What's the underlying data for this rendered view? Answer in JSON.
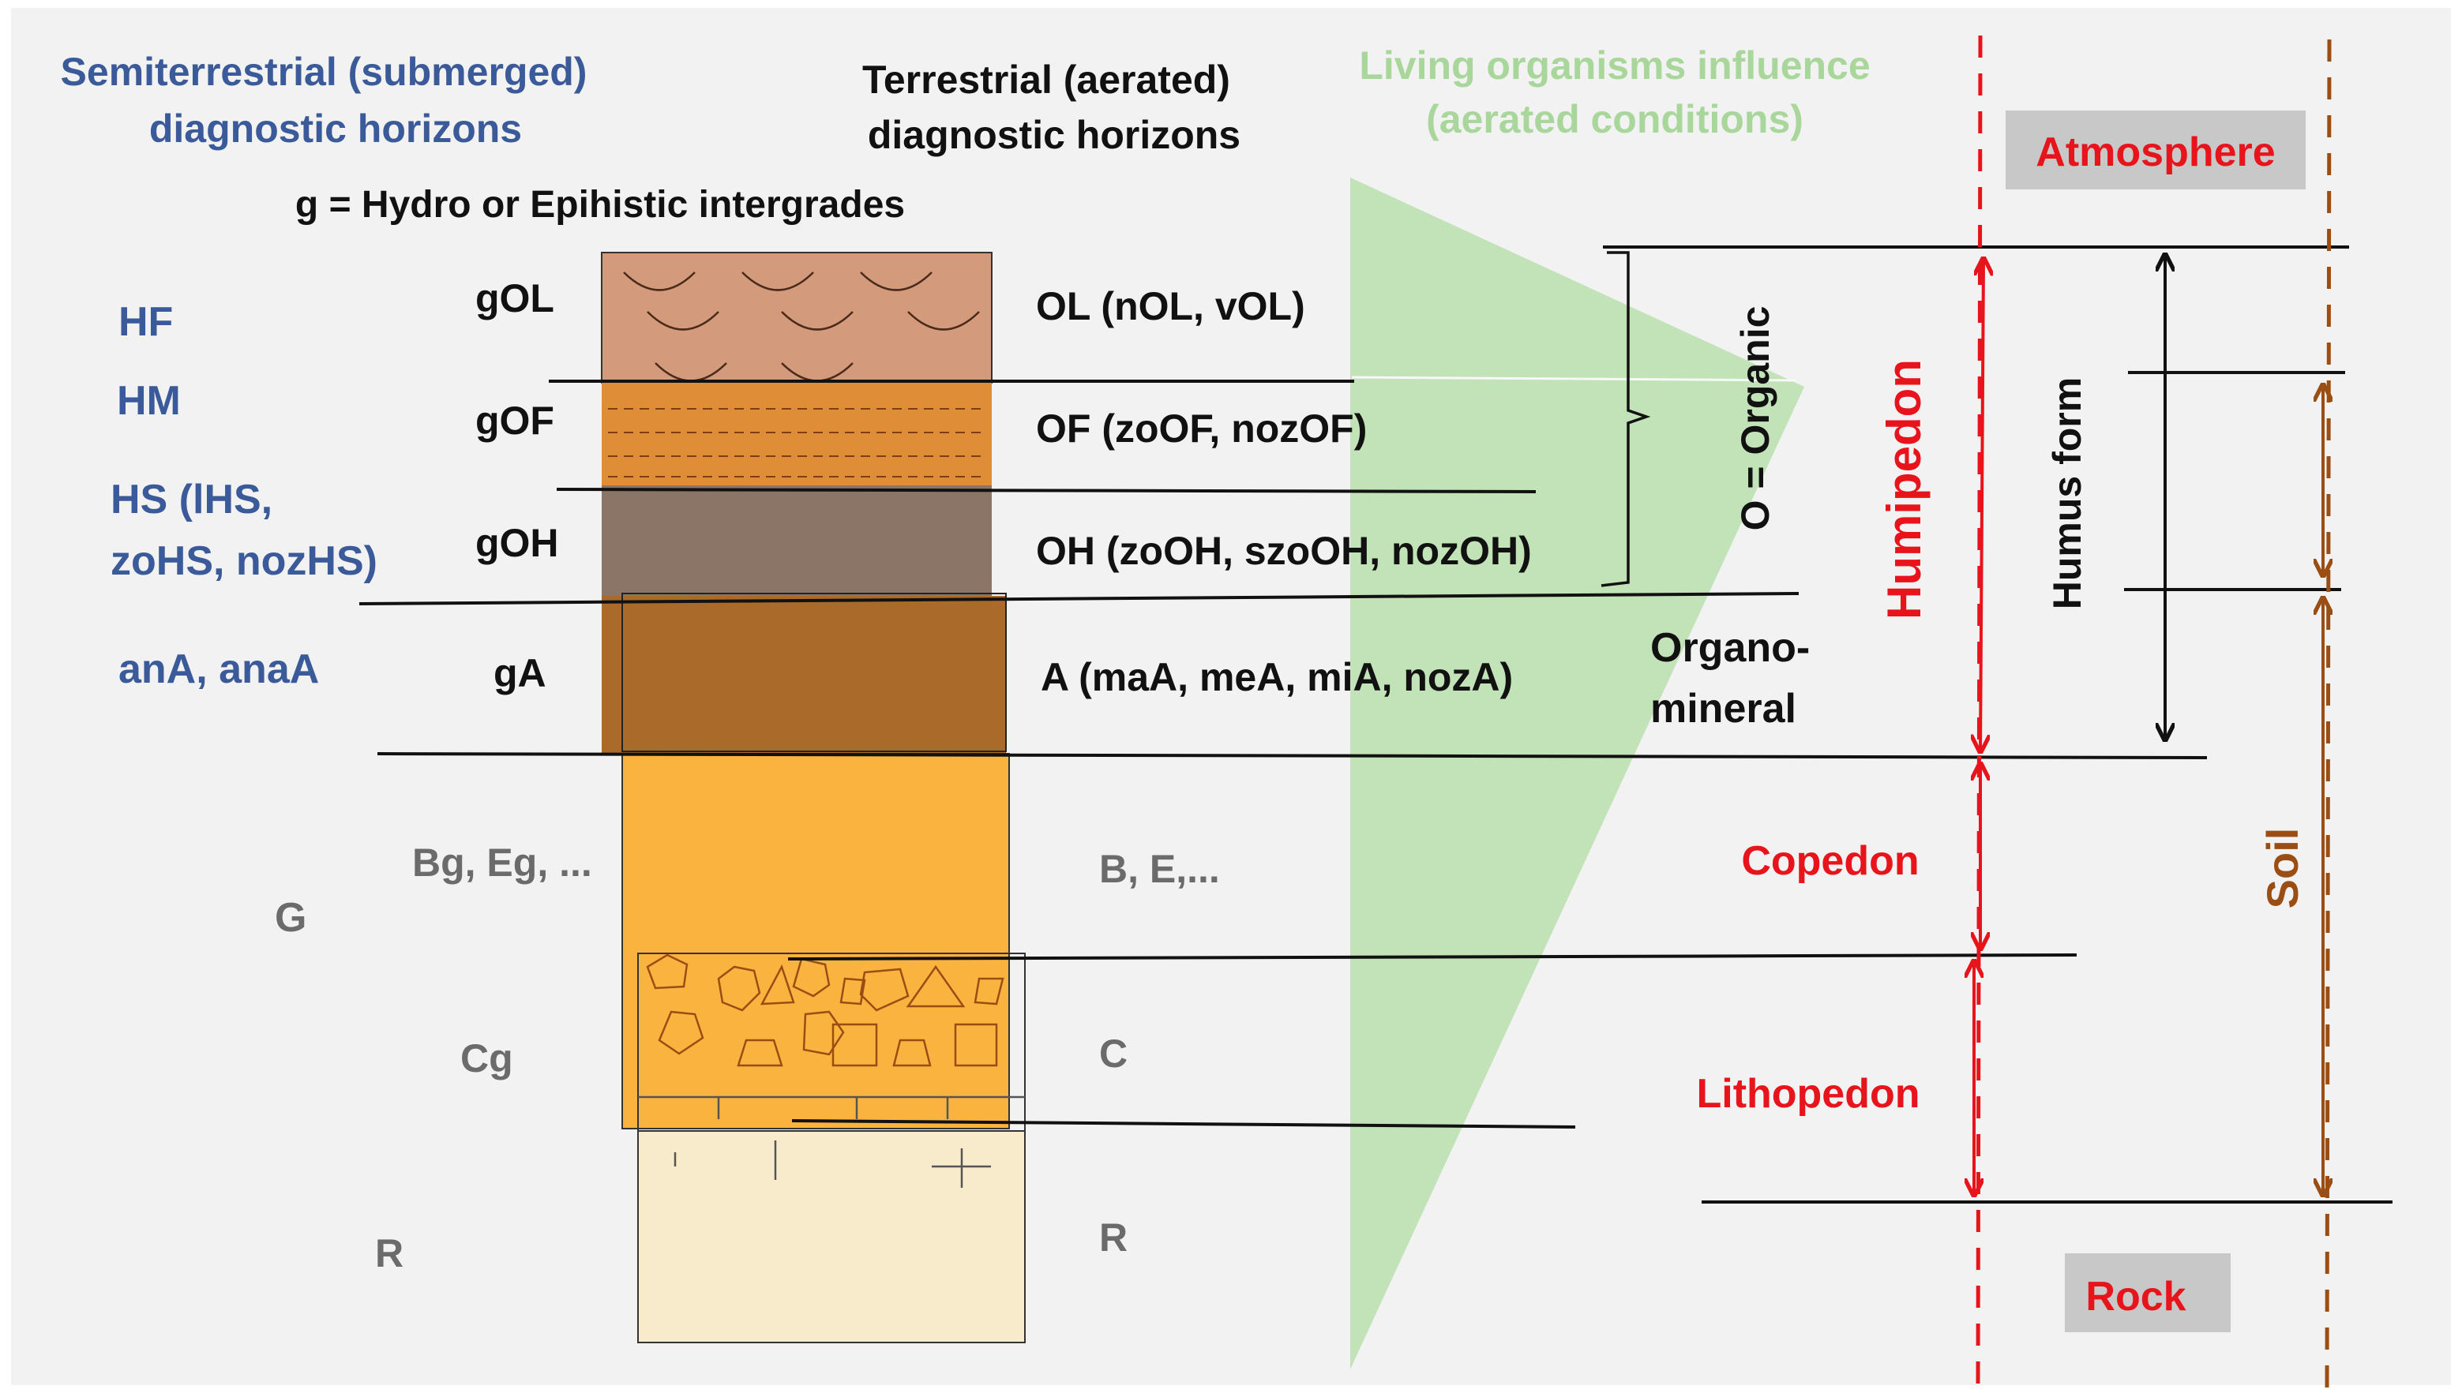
{
  "headers": {
    "semiterrestrial_line1": "Semiterrestrial (submerged)",
    "semiterrestrial_line2": "diagnostic horizons",
    "terrestrial_line1": "Terrestrial (aerated)",
    "terrestrial_line2": "diagnostic horizons",
    "living_line1": "Living organisms influence",
    "living_line2": "(aerated conditions)",
    "g_note": "g = Hydro or Epihistic intergrades"
  },
  "semiterrestrial_horizons": {
    "hf": "HF",
    "hm": "HM",
    "hs_line1": "HS (lHS,",
    "hs_line2": "zoHS, nozHS)",
    "ana": "anA, anaA",
    "g": "G"
  },
  "g_horizons": {
    "gol": "gOL",
    "gof": "gOF",
    "goh": "gOH",
    "ga": "gA",
    "bg_eg": "Bg, Eg, ...",
    "cg": "Cg",
    "r": "R"
  },
  "terrestrial_horizons": {
    "ol": "OL (nOL, vOL)",
    "of": "OF (zoOF, nozOF)",
    "oh": "OH (zoOH, szoOH, nozOH)",
    "a": "A (maA, meA, miA, nozA)",
    "be": "B, E,...",
    "c": "C",
    "r": "R"
  },
  "groups": {
    "organic": "O = Organic",
    "organo_line1": "Organo-",
    "organo_line2": "mineral"
  },
  "pedons": {
    "humipedon": "Humipedon",
    "copedon": "Copedon",
    "lithopedon": "Lithopedon",
    "humus_form": "Humus form",
    "soil": "Soil"
  },
  "boxes": {
    "atmosphere": "Atmosphere",
    "rock": "Rock"
  },
  "colors": {
    "blue_text": "#3a5a99",
    "red_pedon": "#e8141c",
    "brown_soil": "#9a4e14",
    "green_influence": "#c2e2b8",
    "ol_layer": "#d49a7c",
    "of_layer": "#df8d36",
    "oh_layer": "#8a7566",
    "a_layer": "#a96a2a",
    "be_layer": "#fbb33f",
    "c_layer": "#fbb33f",
    "r_layer": "#f7ebcc"
  }
}
